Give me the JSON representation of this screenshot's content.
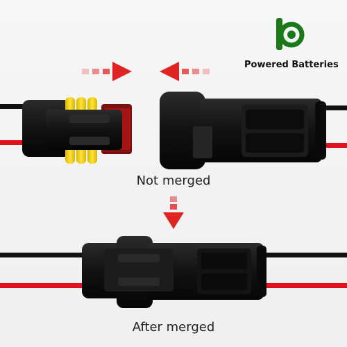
{
  "brand": {
    "name": "Powered Batteries",
    "logo_icon": "b-circle-logo-icon",
    "logo_color": "#1a7a1a"
  },
  "captions": {
    "before": "Not merged",
    "after": "After merged"
  },
  "colors": {
    "arrow": "#e02424",
    "wire_red": "#e0121b",
    "wire_black": "#111111",
    "housing": "#141414",
    "seal": "#f2d21a"
  }
}
